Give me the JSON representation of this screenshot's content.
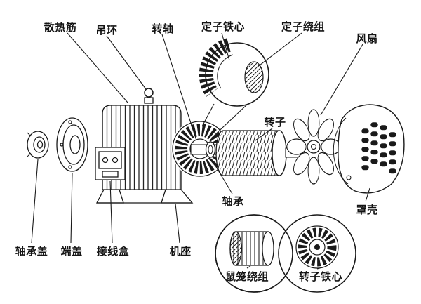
{
  "diagram": {
    "background": "#ffffff",
    "line_color": "#1a1a1a",
    "labels": {
      "cooling_fins": "散热筋",
      "lifting_ring": "吊环",
      "shaft": "转轴",
      "stator_core": "定子铁心",
      "stator_winding": "定子绕组",
      "fan": "风扇",
      "rotor": "转子",
      "bearing": "轴承",
      "shell": "罩壳",
      "bearing_cover": "轴承盖",
      "end_cover": "端盖",
      "junction_box": "接线盒",
      "frame": "机座",
      "cage_winding": "鼠笼绕组",
      "rotor_core": "转子铁心"
    }
  }
}
